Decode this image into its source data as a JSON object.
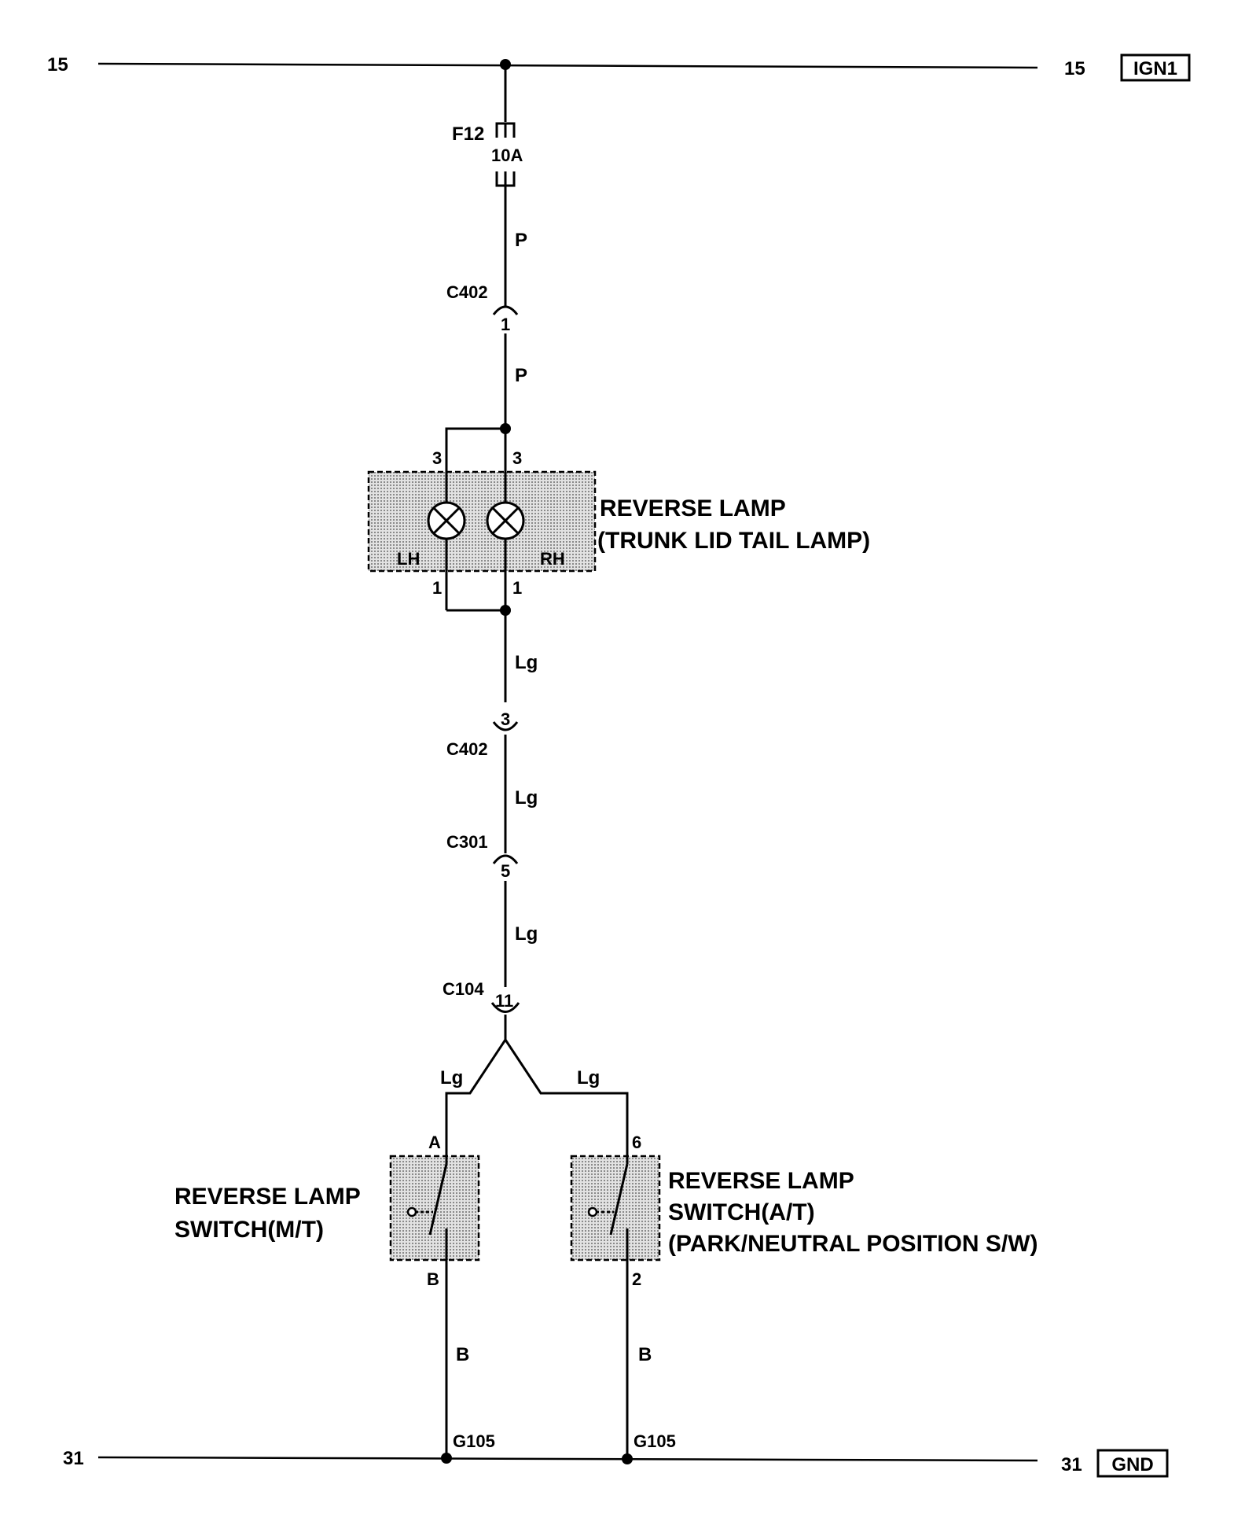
{
  "buses": {
    "top": {
      "left_label": "15",
      "right_label": "15",
      "tag": "IGN1"
    },
    "bottom": {
      "left_label": "31",
      "right_label": "31",
      "tag": "GND"
    }
  },
  "fuse": {
    "name": "F12",
    "rating": "10A"
  },
  "wires": {
    "fuse_out": "P",
    "lamp_in": "P",
    "lamp_out": "Lg",
    "c402_c301": "Lg",
    "c301_c104": "Lg",
    "branch_left": "Lg",
    "branch_right": "Lg",
    "ground_left": "B",
    "ground_right": "B"
  },
  "connectors": {
    "c402_top": {
      "name": "C402",
      "pin": "1"
    },
    "c402_bottom": {
      "name": "C402",
      "pin": "3"
    },
    "c301": {
      "name": "C301",
      "pin": "5"
    },
    "c104": {
      "name": "C104",
      "pin": "11"
    }
  },
  "reverse_lamp": {
    "label_line1": "REVERSE LAMP",
    "label_line2": "(TRUNK LID TAIL LAMP)",
    "lh_label": "LH",
    "rh_label": "RH",
    "lh_pin_top": "3",
    "rh_pin_top": "3",
    "lh_pin_bottom": "1",
    "rh_pin_bottom": "1"
  },
  "switch_mt": {
    "label_line1": "REVERSE LAMP",
    "label_line2": "SWITCH(M/T)",
    "pin_top": "A",
    "pin_bottom": "B"
  },
  "switch_at": {
    "label_line1": "REVERSE LAMP",
    "label_line2": "SWITCH(A/T)",
    "label_line3": "(PARK/NEUTRAL POSITION S/W)",
    "pin_top": "6",
    "pin_bottom": "2"
  },
  "grounds": {
    "left": "G105",
    "right": "G105"
  }
}
